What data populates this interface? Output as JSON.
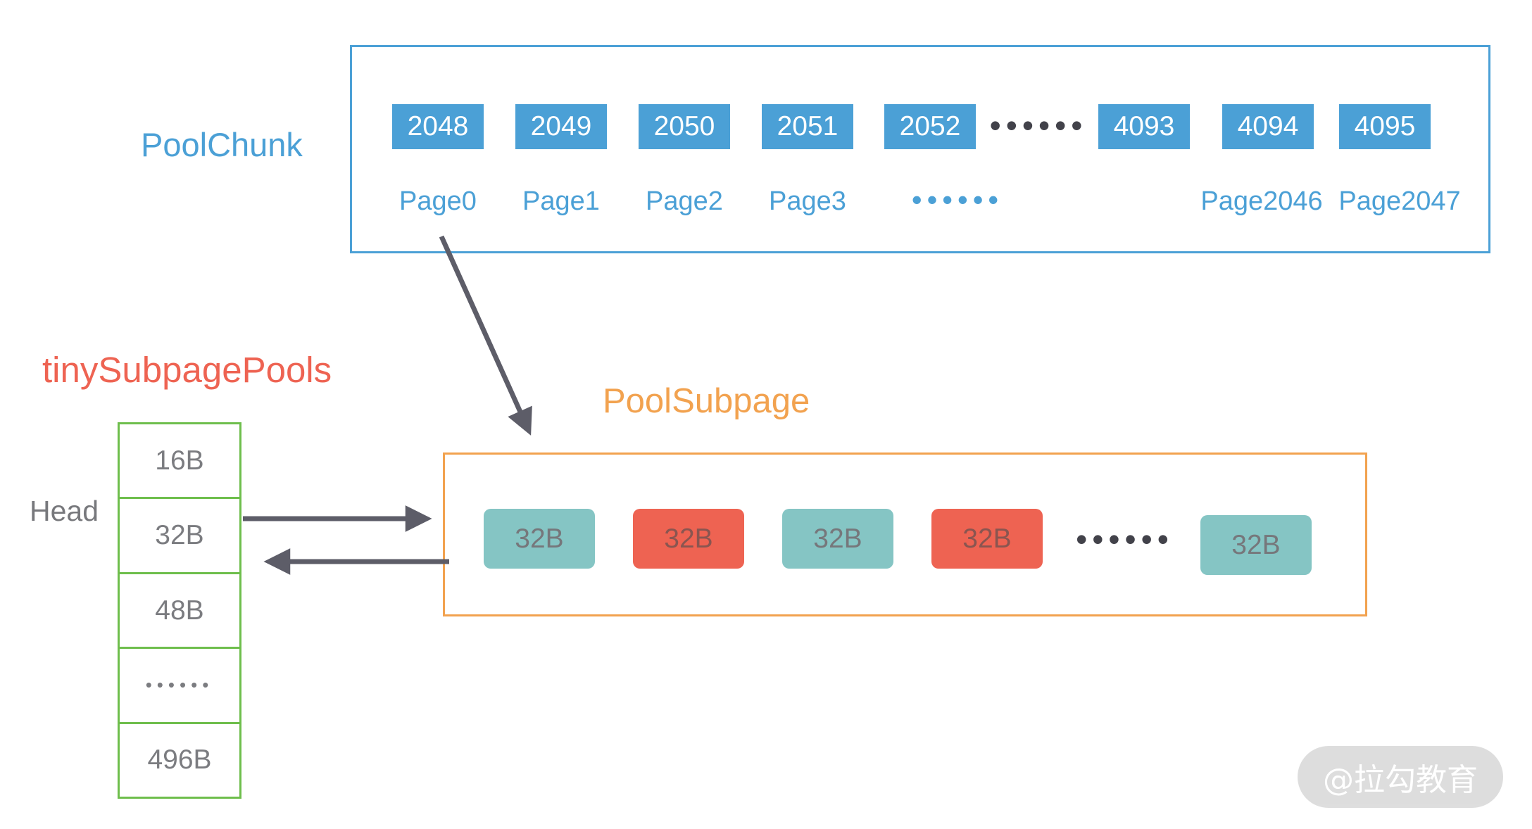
{
  "colors": {
    "blue": "#4BA0D6",
    "green": "#6EBE4C",
    "orange": "#F2A24F",
    "red": "#EE6352",
    "teal": "#85C5C4",
    "arrow_gray": "#5D5D68",
    "label_gray": "#7B7C80",
    "watermark_bg": "#DBDBDB",
    "watermark_text": "#FFFFFF"
  },
  "pool_chunk": {
    "title": "PoolChunk",
    "cells": [
      "2048",
      "2049",
      "2050",
      "2051",
      "2052",
      "4093",
      "4094",
      "4095"
    ],
    "cells_ellipsis": "••••••",
    "page_labels": [
      "Page0",
      "Page1",
      "Page2",
      "Page3",
      "Page2046",
      "Page2047"
    ],
    "page_ellipsis": "••••••"
  },
  "tiny_subpage_pools": {
    "title": "tinySubpagePools",
    "head_label": "Head",
    "rows": [
      "16B",
      "32B",
      "48B",
      "••••••",
      "496B"
    ]
  },
  "pool_subpage": {
    "title": "PoolSubpage",
    "blocks": [
      {
        "label": "32B",
        "state": "free"
      },
      {
        "label": "32B",
        "state": "used"
      },
      {
        "label": "32B",
        "state": "free"
      },
      {
        "label": "32B",
        "state": "used"
      },
      {
        "label": "32B",
        "state": "free"
      }
    ],
    "ellipsis": "••••••"
  },
  "watermark": {
    "text": "@拉勾教育"
  }
}
